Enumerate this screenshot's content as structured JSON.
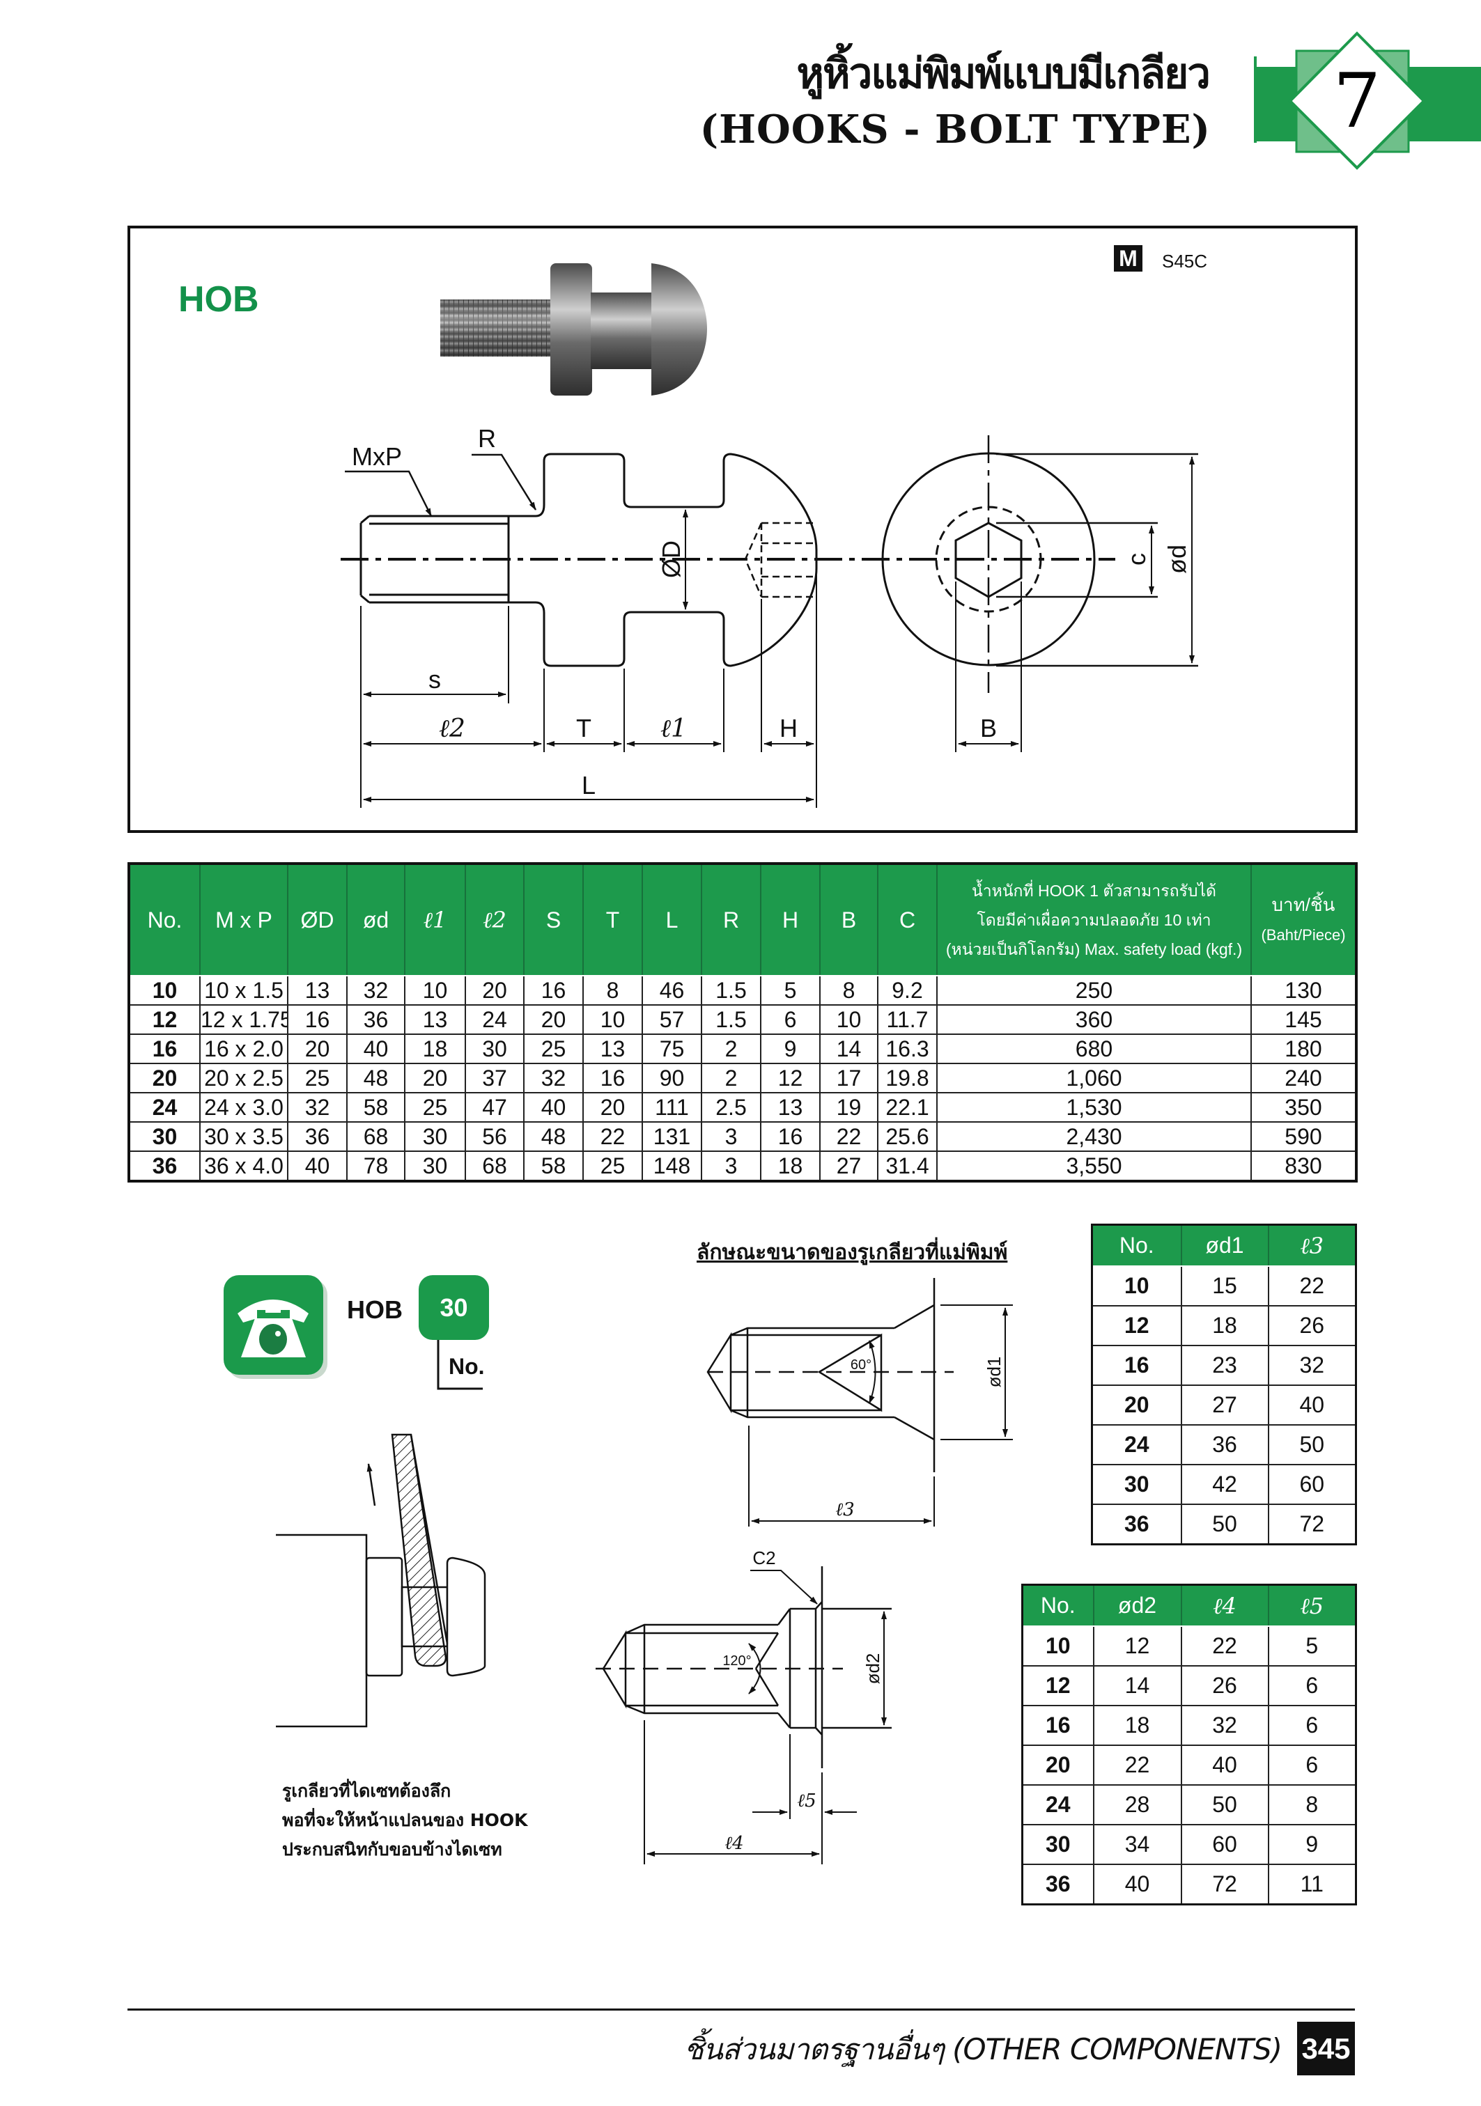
{
  "header": {
    "title_th": "หูหิ้วแม่พิมพ์แบบมีเกลียว",
    "title_en": "(HOOKS - BOLT TYPE)",
    "section_number": "7",
    "brand_green": "#1d9a4c"
  },
  "product": {
    "code": "HOB",
    "material_badge": "M",
    "material": "S45C",
    "labels": {
      "mxp": "MxP",
      "r": "R",
      "od_big": "ØD",
      "c": "c",
      "od": "ød",
      "s": "s",
      "l2": "ℓ2",
      "t": "T",
      "l1": "ℓ1",
      "h": "H",
      "b": "B",
      "l": "L"
    }
  },
  "main_table": {
    "headers": [
      "No.",
      "M x P",
      "ØD",
      "ød",
      "ℓ1",
      "ℓ2",
      "S",
      "T",
      "L",
      "R",
      "H",
      "B",
      "C"
    ],
    "load_header": [
      "น้ำหนักที่ HOOK 1 ตัวสามารถรับได้",
      "โดยมีค่าเผื่อความปลอดภัย 10 เท่า",
      "(หน่วยเป็นกิโลกรัม) Max. safety load (kgf.)"
    ],
    "price_header": [
      "บาท/ชิ้น",
      "(Baht/Piece)"
    ],
    "rows": [
      [
        "10",
        "10 x 1.5",
        "13",
        "32",
        "10",
        "20",
        "16",
        "8",
        "46",
        "1.5",
        "5",
        "8",
        "9.2",
        "250",
        "130"
      ],
      [
        "12",
        "12 x 1.75",
        "16",
        "36",
        "13",
        "24",
        "20",
        "10",
        "57",
        "1.5",
        "6",
        "10",
        "11.7",
        "360",
        "145"
      ],
      [
        "16",
        "16 x 2.0",
        "20",
        "40",
        "18",
        "30",
        "25",
        "13",
        "75",
        "2",
        "9",
        "14",
        "16.3",
        "680",
        "180"
      ],
      [
        "20",
        "20 x 2.5",
        "25",
        "48",
        "20",
        "37",
        "32",
        "16",
        "90",
        "2",
        "12",
        "17",
        "19.8",
        "1,060",
        "240"
      ],
      [
        "24",
        "24 x 3.0",
        "32",
        "58",
        "25",
        "47",
        "40",
        "20",
        "111",
        "2.5",
        "13",
        "19",
        "22.1",
        "1,530",
        "350"
      ],
      [
        "30",
        "30 x 3.5",
        "36",
        "68",
        "30",
        "56",
        "48",
        "22",
        "131",
        "3",
        "16",
        "22",
        "25.6",
        "2,430",
        "590"
      ],
      [
        "36",
        "36 x 4.0",
        "40",
        "78",
        "30",
        "68",
        "58",
        "25",
        "148",
        "3",
        "18",
        "27",
        "31.4",
        "3,550",
        "830"
      ]
    ]
  },
  "order_example": {
    "code": "HOB",
    "number": "30",
    "number_label": "No."
  },
  "hole_section": {
    "heading": "ลักษณะขนาดของรูเกลียวที่แม่พิมพ์",
    "labels": {
      "angle1": "60°",
      "od1": "ød1",
      "l3": "ℓ3",
      "c2": "C2",
      "angle2": "120°",
      "od2": "ød2",
      "l5": "ℓ5",
      "l4": "ℓ4"
    }
  },
  "note_lines": [
    "รูเกลียวที่ไดเซทต้องลึก",
    "พอที่จะให้หน้าแปลนของ HOOK",
    "ประกบสนิทกับขอบข้างไดเซท"
  ],
  "table_d1": {
    "headers": [
      "No.",
      "ød1",
      "ℓ3"
    ],
    "rows": [
      [
        "10",
        "15",
        "22"
      ],
      [
        "12",
        "18",
        "26"
      ],
      [
        "16",
        "23",
        "32"
      ],
      [
        "20",
        "27",
        "40"
      ],
      [
        "24",
        "36",
        "50"
      ],
      [
        "30",
        "42",
        "60"
      ],
      [
        "36",
        "50",
        "72"
      ]
    ]
  },
  "table_d2": {
    "headers": [
      "No.",
      "ød2",
      "ℓ4",
      "ℓ5"
    ],
    "rows": [
      [
        "10",
        "12",
        "22",
        "5"
      ],
      [
        "12",
        "14",
        "26",
        "6"
      ],
      [
        "16",
        "18",
        "32",
        "6"
      ],
      [
        "20",
        "22",
        "40",
        "6"
      ],
      [
        "24",
        "28",
        "50",
        "8"
      ],
      [
        "30",
        "34",
        "60",
        "9"
      ],
      [
        "36",
        "40",
        "72",
        "11"
      ]
    ]
  },
  "footer": {
    "section_text": "ชิ้นส่วนมาตรฐานอื่นๆ (OTHER COMPONENTS)",
    "page_number": "345"
  }
}
